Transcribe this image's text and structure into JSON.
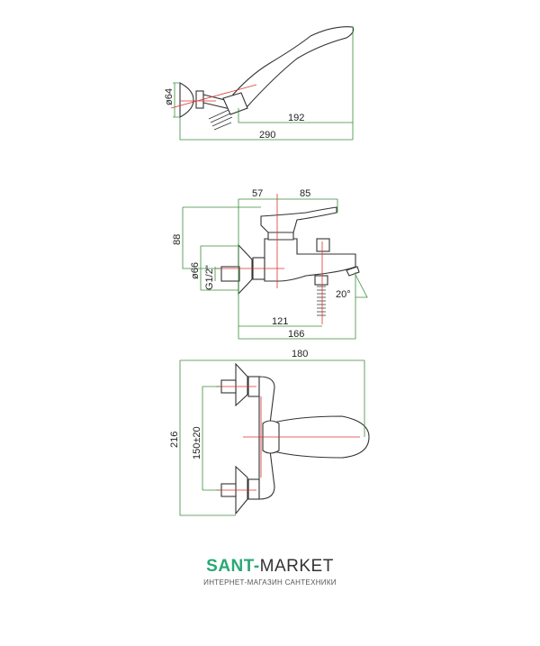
{
  "hand_shower_view": {
    "diameter": "ø64",
    "dim_head": "192",
    "dim_total": "290"
  },
  "side_view": {
    "dim_a": "57",
    "dim_b": "85",
    "dim_height": "88",
    "diameter": "ø66",
    "thread": "G1/2\"",
    "angle": "20°",
    "dim_spout": "121",
    "dim_total": "166"
  },
  "top_view": {
    "dim_width": "180",
    "dim_height": "216",
    "dim_centers": "150±20"
  },
  "logo": {
    "brand_part1": "SANT-",
    "brand_part2": "MARKET",
    "tagline": "ИНТЕРНЕТ-МАГАЗИН САНТЕХНИКИ",
    "accent": "#2aa876"
  }
}
